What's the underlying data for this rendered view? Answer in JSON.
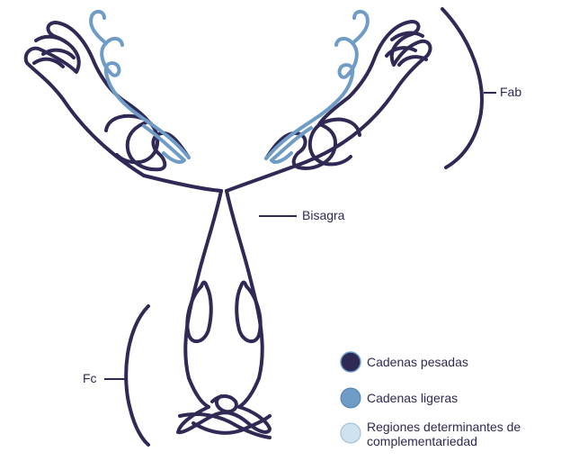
{
  "labels": {
    "fab": "Fab",
    "bisagra": "Bisagra",
    "fc": "Fc"
  },
  "legend": [
    {
      "text": "Cadenas pesadas",
      "color": "#2f2a55"
    },
    {
      "text": "Cadenas ligeras",
      "color": "#6f9cc7"
    },
    {
      "text": "Regiones determinantes de complementariedad",
      "line1": "Regiones determinantes de",
      "line2": "complementariedad",
      "color": "#cfe3ee"
    }
  ],
  "colors": {
    "heavy_chain": "#2f2a55",
    "light_chain": "#6f9cc7",
    "cdr": "#cfe3ee",
    "text": "#2e2a52"
  }
}
